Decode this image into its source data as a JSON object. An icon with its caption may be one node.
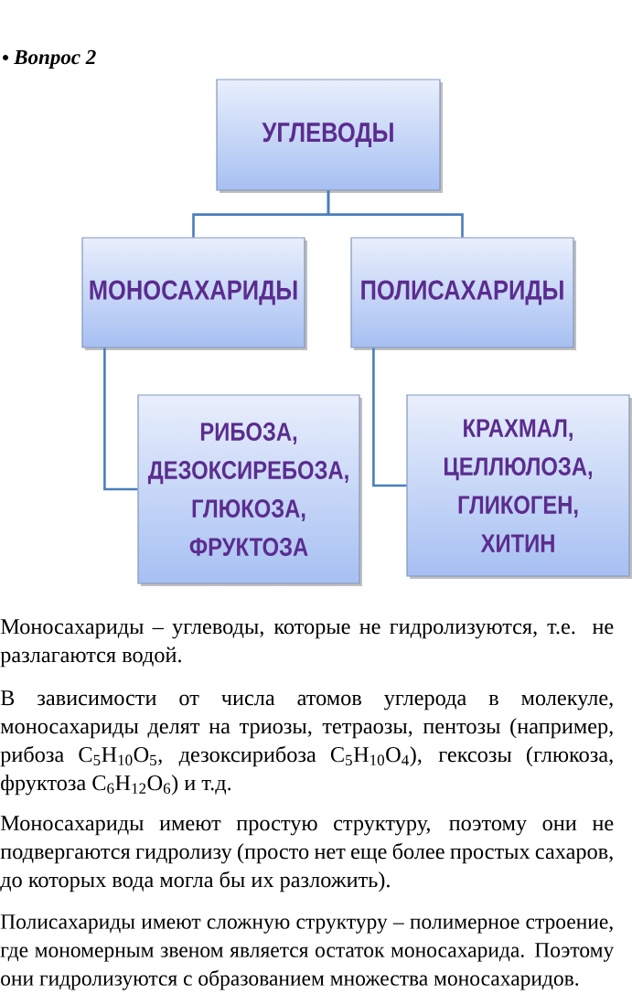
{
  "diagram": {
    "title": "Вопрос 2",
    "nodes": [
      {
        "text": [
          "УГЛЕВОДЫ"
        ]
      },
      {
        "text": [
          "МОНОСАХАРИДЫ"
        ]
      },
      {
        "text": [
          "ПОЛИСАХАРИДЫ"
        ]
      },
      {
        "text": [
          "РИБОЗА, ДЕЗОКСИРЕБОЗА, ГЛЮКОЗА, ФРУКТОЗА"
        ]
      },
      {
        "text": [
          "КРАХМАЛ, ЦЕЛЛЮЛОЗА, ГЛИКОГЕН, ХИТИН"
        ]
      }
    ],
    "edges": [
      {
        "from": 0,
        "to": 1,
        "arrow": "none"
      },
      {
        "from": 0,
        "to": 2,
        "arrow": "none"
      },
      {
        "from": 1,
        "to": 3,
        "arrow": "none"
      },
      {
        "from": 2,
        "to": 4,
        "arrow": "none"
      }
    ],
    "labels": [
      "Моносахариды – углеводы, которые не гидролизуются, т.е. не разлагаются водой.",
      "В зависимости от числа атомов углерода в молекуле, моносахариды делят на триозы, тетраозы, пентозы (например, рибоза C$_{5}$H$_{10}$O$_{5}$, дезоксирибоза C$_{5}$H$_{10}$O$_{4}$), гексозы (глюкоза, фруктоза C$_{6}$H$_{12}$O$_{6}$) и т.д.",
      "Моносахариды имеют простую структуру, поэтому они не подвергаются гидролизу (просто нет еще более простых сахаров, до которых вода могла бы их разложить).",
      "Полисахариды имеют сложную структуру – полимерное строение, где мономерным звеном является остаток моносахарида. Поэтому они гидролизуются с образованием множества моносахаридов."
    ]
  }
}
